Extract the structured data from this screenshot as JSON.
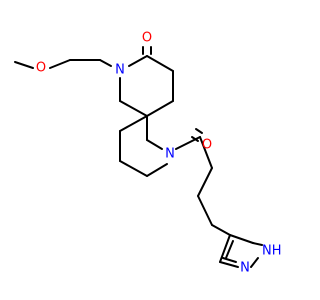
{
  "colors": {
    "bond": "#000000",
    "oxygen": "#ff0000",
    "nitrogen": "#0000ff",
    "background": "#ffffff"
  },
  "atoms": {
    "lactam_oxygen": "O",
    "ether_oxygen": "O",
    "ketone_oxygen": "O",
    "lactam_nitrogen": "N",
    "piperidine_nitrogen": "N",
    "pyrazole_nh": "NH",
    "pyrazole_n": "N"
  }
}
